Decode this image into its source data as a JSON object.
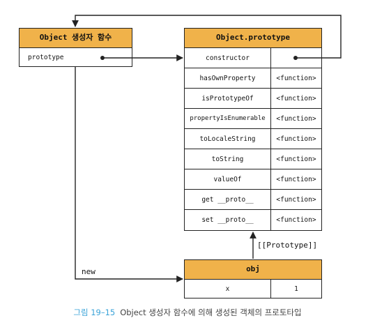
{
  "constructor_box": {
    "title": "Object 생성자 함수",
    "property": "prototype"
  },
  "prototype_box": {
    "title": "Object.prototype",
    "rows": [
      {
        "key": "constructor",
        "value": ""
      },
      {
        "key": "hasOwnProperty",
        "value": "<function>"
      },
      {
        "key": "isPrototypeOf",
        "value": "<function>"
      },
      {
        "key": "propertyIsEnumerable",
        "value": "<function>"
      },
      {
        "key": "toLocaleString",
        "value": "<function>"
      },
      {
        "key": "toString",
        "value": "<function>"
      },
      {
        "key": "valueOf",
        "value": "<function>"
      },
      {
        "key": "get __proto__",
        "value": "<function>"
      },
      {
        "key": "set __proto__",
        "value": "<function>"
      }
    ]
  },
  "obj_box": {
    "title": "obj",
    "rows": [
      {
        "key": "x",
        "value": "1"
      }
    ]
  },
  "labels": {
    "prototype_link": "[[Prototype]]",
    "new": "new"
  },
  "caption": {
    "number": "그림 19–15",
    "text": "Object 생성자 함수에 의해 생성된 객체의 프로토타입"
  }
}
